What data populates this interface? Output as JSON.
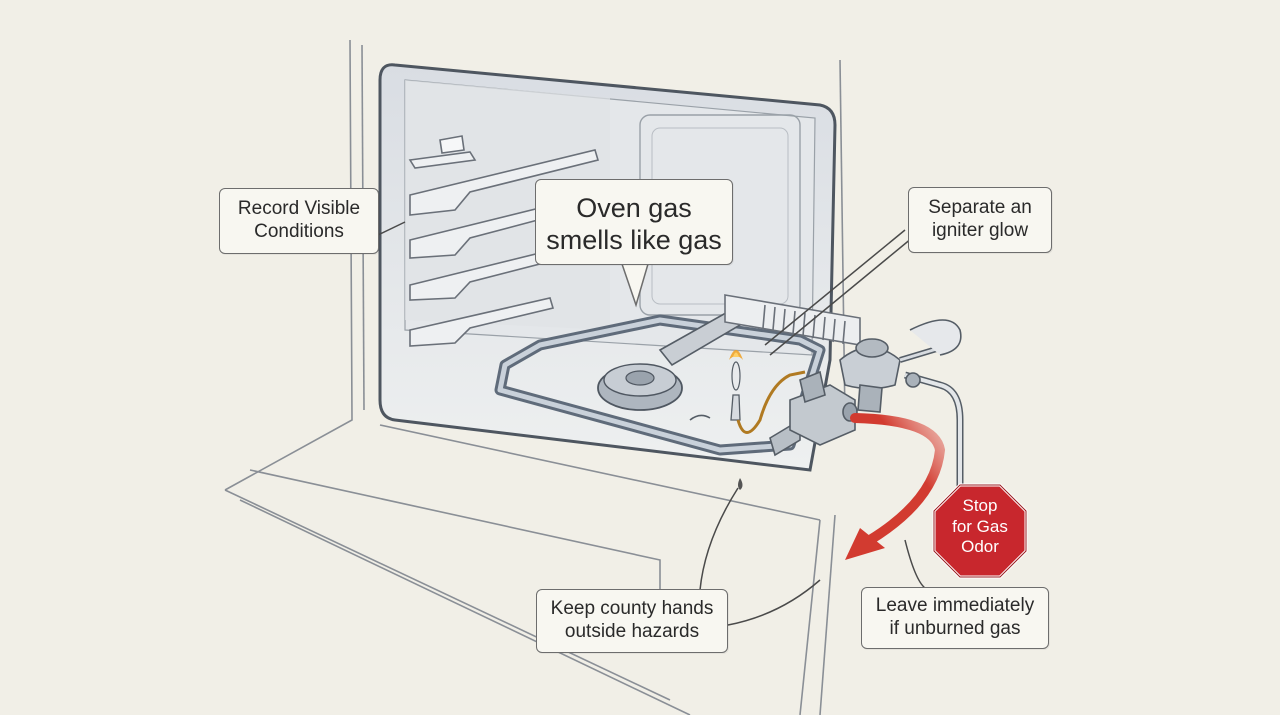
{
  "title_callout": [
    "Oven gas",
    "smells like gas"
  ],
  "callouts": {
    "record": [
      "Record Visible",
      "Conditions"
    ],
    "igniter": [
      "Separate an",
      "igniter glow"
    ],
    "hands": [
      "Keep county hands",
      "outside hazards"
    ],
    "leave": [
      "Leave immediately",
      "if unburned gas"
    ]
  },
  "stop_sign": [
    "Stop",
    "for Gas",
    "Odor"
  ],
  "colors": {
    "background": "#f1efe7",
    "stop_red": "#c8272d",
    "arrow_red": "#d23b30",
    "line": "#5f6670",
    "igniter_glow": "#f0a020"
  }
}
